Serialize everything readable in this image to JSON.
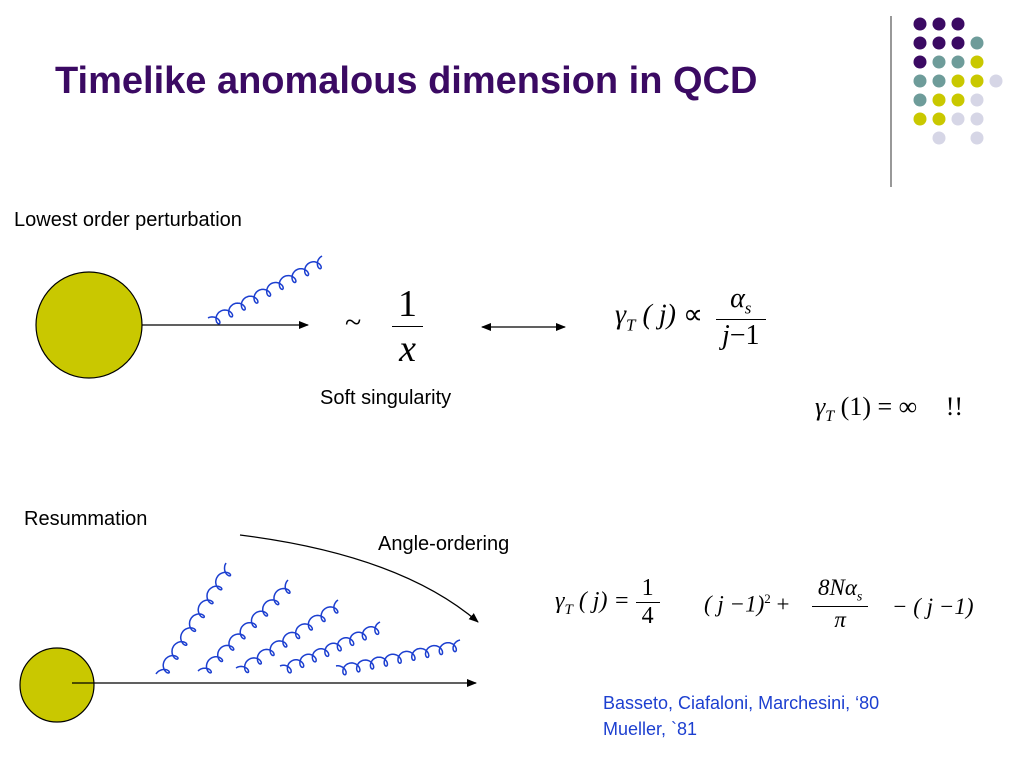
{
  "slide": {
    "title": "Timelike anomalous dimension in QCD",
    "colors": {
      "title": "#3b0a63",
      "blob": "#c9c800",
      "gluon": "#1c3fd0",
      "citation": "#1c3fd0"
    },
    "dots_palette": [
      "#3b0a63",
      "#6e9c9a",
      "#c9c800",
      "#d6d6e6"
    ]
  },
  "top_section": {
    "heading": "Lowest order perturbation",
    "tilde": "~",
    "frac_num": "1",
    "frac_den": "x",
    "soft_label": "Soft singularity",
    "gamma": "γ",
    "sub_T": "T",
    "arg_j": "( j)",
    "propto": "∝",
    "alpha": "α",
    "sub_s": "s",
    "den_j": "j",
    "den_minus_one": "−1",
    "eq_lhs_arg": "(1)",
    "eq_rhs": "= ∞",
    "exclaim": "!!"
  },
  "bottom_section": {
    "heading": "Resummation",
    "angle_label": "Angle-ordering",
    "gamma": "γ",
    "sub_T": "T",
    "arg_j": "( j) =",
    "quarter_num": "1",
    "quarter_den": "4",
    "sq_term": "( j −1)",
    "sq_pow": "2",
    "plus": "+",
    "eightN": "8Nα",
    "sub_s": "s",
    "pi": "π",
    "minus_term": "− ( j −1)"
  },
  "citations": [
    "Basseto, Ciafaloni, Marchesini, ‘80",
    "Mueller, `81"
  ]
}
